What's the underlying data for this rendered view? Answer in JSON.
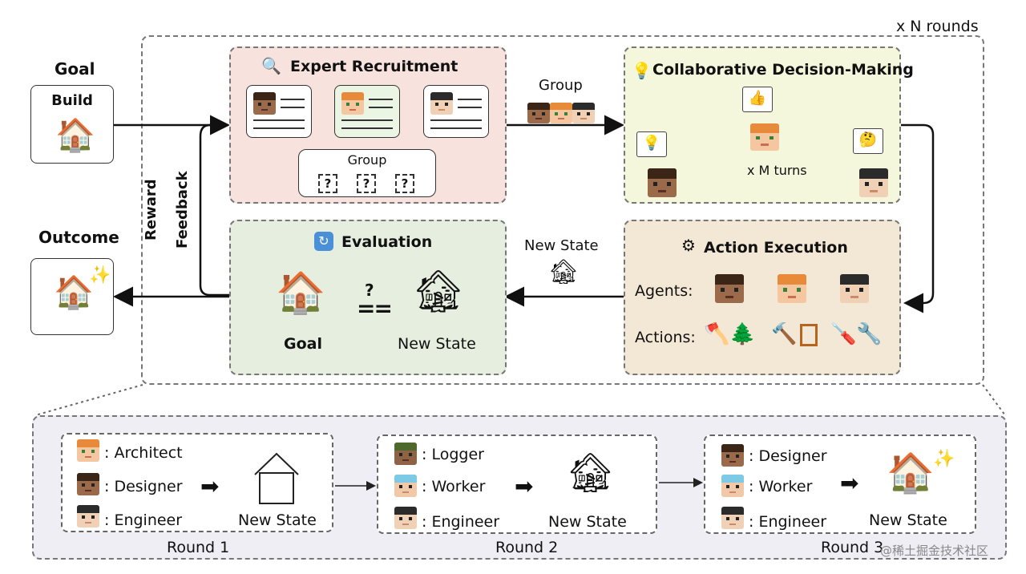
{
  "rounds_label": "x N rounds",
  "goal": {
    "title": "Goal",
    "card_label": "Build",
    "house_icon": "house"
  },
  "outcome": {
    "title": "Outcome",
    "house_icon": "house-sparkle"
  },
  "reward_feedback": {
    "line1": "Reward",
    "line2": "Feedback"
  },
  "expert_recruitment": {
    "title": "Expert Recruitment",
    "icon": "magnifier",
    "group_label": "Group",
    "placeholder": "?"
  },
  "group_arrow_label": "Group",
  "collaborative": {
    "title": "Collaborative Decision-Making",
    "icon": "lightbulb",
    "turns_label": "x M turns"
  },
  "action_execution": {
    "title": "Action Execution",
    "icon": "gear",
    "agents_label": "Agents:",
    "actions_label": "Actions:"
  },
  "new_state_arrow_label": "New State",
  "evaluation": {
    "title": "Evaluation",
    "icon": "refresh",
    "question": "?",
    "goal_label": "Goal",
    "new_state_label": "New State"
  },
  "rounds": [
    {
      "label": "Round 1",
      "roles": [
        ": Architect",
        ": Designer",
        ": Engineer"
      ],
      "state_label": "New State"
    },
    {
      "label": "Round 2",
      "roles": [
        ": Logger",
        ": Worker",
        ": Engineer"
      ],
      "state_label": "New State"
    },
    {
      "label": "Round 3",
      "roles": [
        ": Designer",
        ": Worker",
        ": Engineer"
      ],
      "state_label": "New State"
    }
  ],
  "watermark": "@稀土掘金技术社区",
  "colors": {
    "recruit_bg": "#f8e2de",
    "collab_bg": "#f5f7dd",
    "action_bg": "#f3e8d6",
    "eval_bg": "#e6eee0",
    "rounds_bg": "#eeeef4"
  }
}
